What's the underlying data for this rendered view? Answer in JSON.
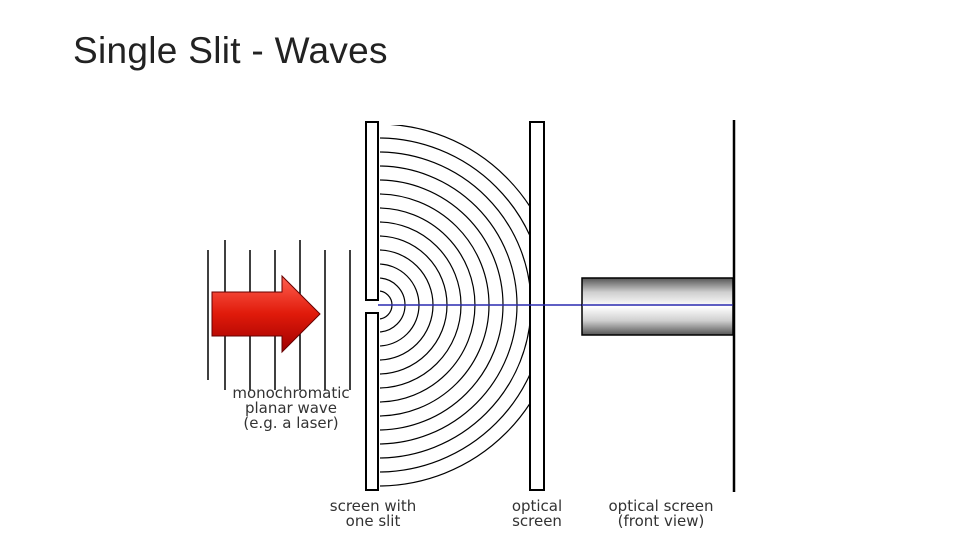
{
  "slide": {
    "title": "Single Slit - Waves"
  },
  "diagram": {
    "labels": {
      "wave": [
        "monochromatic",
        "planar wave",
        "(e.g. a laser)"
      ],
      "slit_screen": [
        "screen with",
        "one slit"
      ],
      "optical_screen": [
        "optical",
        "screen"
      ],
      "front_view": [
        "optical screen",
        "(front view)"
      ]
    },
    "colors": {
      "arrow": "#e02010",
      "center_line": "#2a2ab0",
      "lines": "#000000"
    }
  }
}
